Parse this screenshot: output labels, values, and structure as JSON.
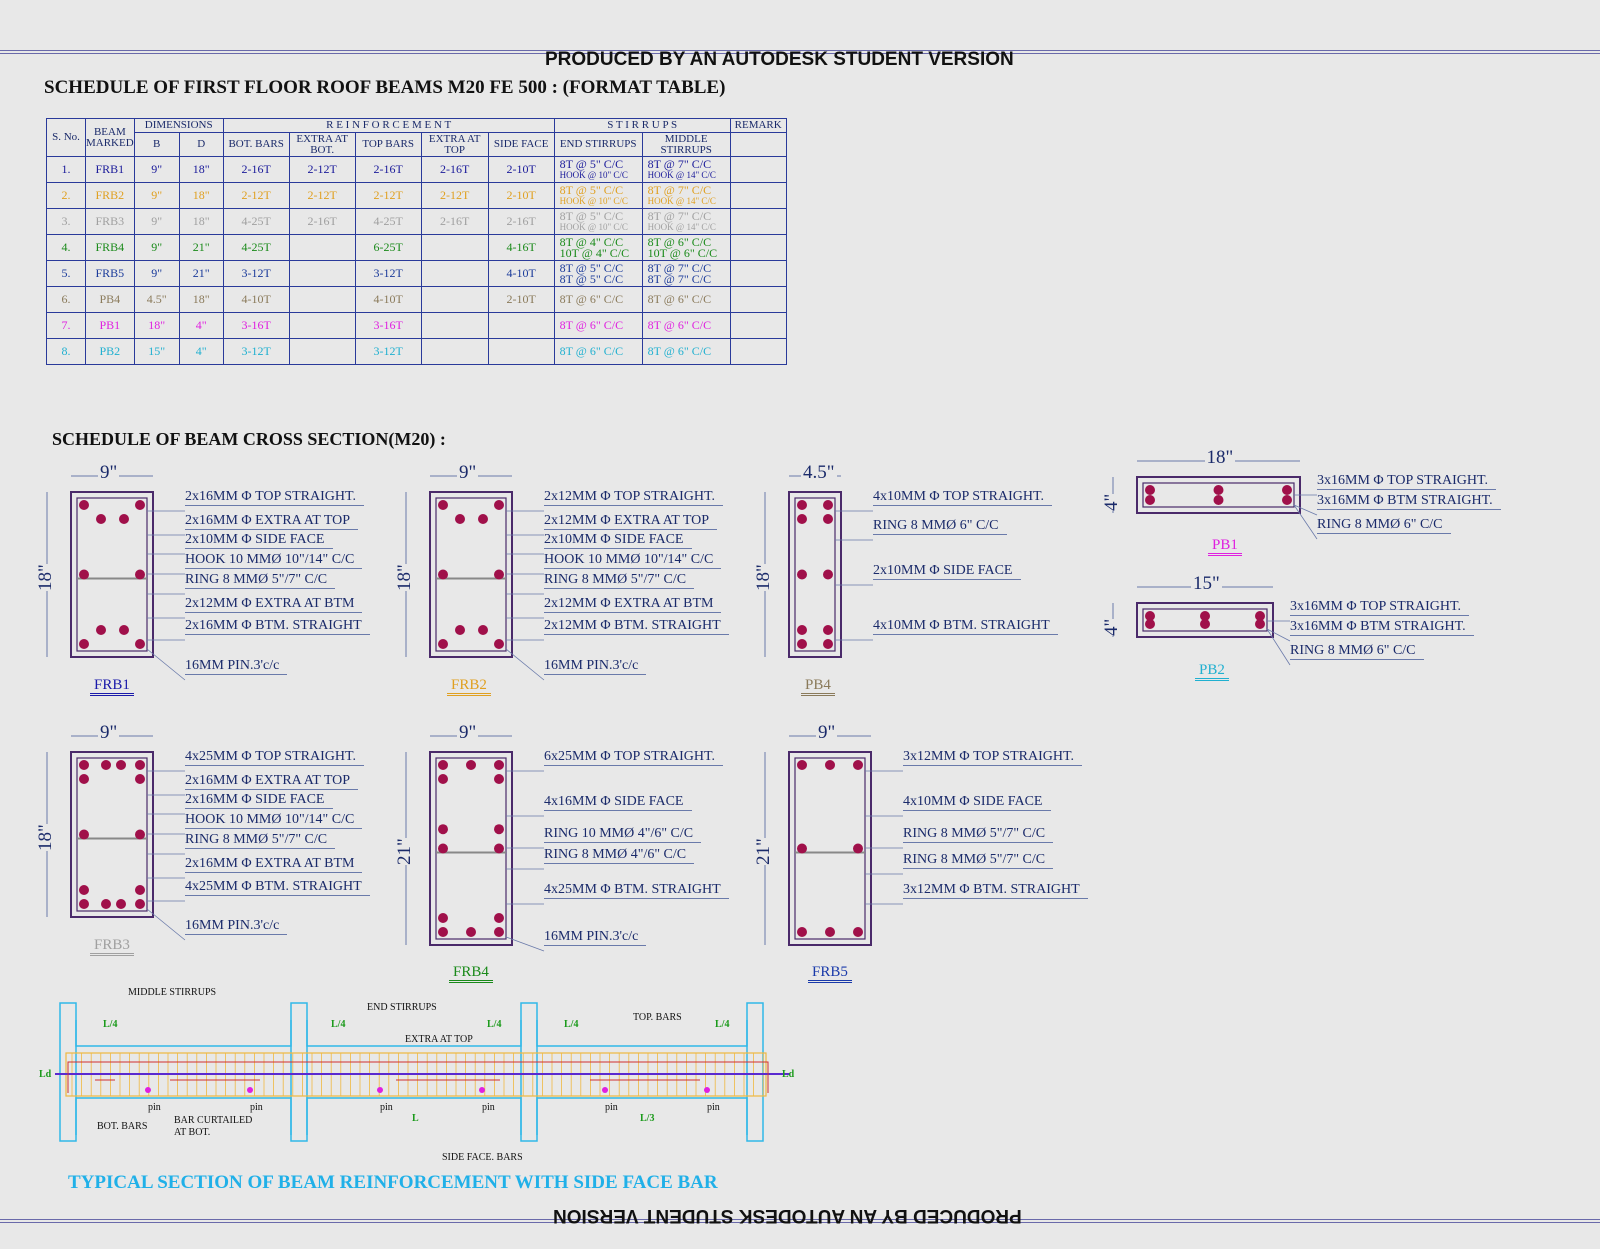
{
  "watermark": "PRODUCED BY AN AUTODESK STUDENT VERSION",
  "table_title": "SCHEDULE OF FIRST FLOOR ROOF BEAMS M20 FE 500 : (FORMAT TABLE)",
  "table": {
    "headers": {
      "sno": "S. No.",
      "beam": "BEAM MARKED",
      "dimensions": "DIMENSIONS",
      "b": "B",
      "d": "D",
      "reinforcement": "R E I N F O R C E M E N T",
      "bot_bars": "BOT. BARS",
      "extra_bot": "EXTRA AT BOT.",
      "top_bars": "TOP BARS",
      "extra_top": "EXTRA AT TOP",
      "side_face": "SIDE FACE",
      "stirrups": "S T I R R U P S",
      "end_stirrups": "END STIRRUPS",
      "middle_stirrups": "MIDDLE STIRRUPS",
      "remark": "REMARK"
    },
    "rows": [
      {
        "sno": "1.",
        "beam": "FRB1",
        "b": "9\"",
        "d": "18\"",
        "bot": "2-16T",
        "extra_bot": "2-12T",
        "top": "2-16T",
        "extra_top": "2-16T",
        "side": "2-10T",
        "end": [
          "8T @ 5\" C/C",
          "HOOK @ 10\" C/C"
        ],
        "mid": [
          "8T @ 7\" C/C",
          "HOOK @ 14\" C/C"
        ],
        "color": "#1a1a9a",
        "small2": true
      },
      {
        "sno": "2.",
        "beam": "FRB2",
        "b": "9\"",
        "d": "18\"",
        "bot": "2-12T",
        "extra_bot": "2-12T",
        "top": "2-12T",
        "extra_top": "2-12T",
        "side": "2-10T",
        "end": [
          "8T @ 5\" C/C",
          "HOOK @ 10\" C/C"
        ],
        "mid": [
          "8T @ 7\" C/C",
          "HOOK @ 14\" C/C"
        ],
        "color": "#e0a020",
        "small2": true
      },
      {
        "sno": "3.",
        "beam": "FRB3",
        "b": "9\"",
        "d": "18\"",
        "bot": "4-25T",
        "extra_bot": "2-16T",
        "top": "4-25T",
        "extra_top": "2-16T",
        "side": "2-16T",
        "end": [
          "8T @ 5\" C/C",
          "HOOK @ 10\" C/C"
        ],
        "mid": [
          "8T @ 7\" C/C",
          "HOOK @ 14\" C/C"
        ],
        "color": "#a0a0a0",
        "small2": true
      },
      {
        "sno": "4.",
        "beam": "FRB4",
        "b": "9\"",
        "d": "21\"",
        "bot": "4-25T",
        "extra_bot": "",
        "top": "6-25T",
        "extra_top": "",
        "side": "4-16T",
        "end": [
          "8T @ 4\" C/C",
          "10T @ 4\" C/C"
        ],
        "mid": [
          "8T @ 6\" C/C",
          "10T @ 6\" C/C"
        ],
        "color": "#1a8a1a",
        "small2": false
      },
      {
        "sno": "5.",
        "beam": "FRB5",
        "b": "9\"",
        "d": "21\"",
        "bot": "3-12T",
        "extra_bot": "",
        "top": "3-12T",
        "extra_top": "",
        "side": "4-10T",
        "end": [
          "8T @ 5\" C/C",
          "8T @ 5\" C/C"
        ],
        "mid": [
          "8T @ 7\" C/C",
          "8T @ 7\" C/C"
        ],
        "color": "#1a3a9a",
        "small2": false
      },
      {
        "sno": "6.",
        "beam": "PB4",
        "b": "4.5\"",
        "d": "18\"",
        "bot": "4-10T",
        "extra_bot": "",
        "top": "4-10T",
        "extra_top": "",
        "side": "2-10T",
        "end": [
          "8T @ 6\" C/C"
        ],
        "mid": [
          "8T @ 6\" C/C"
        ],
        "color": "#8a7a5a",
        "small2": false
      },
      {
        "sno": "7.",
        "beam": "PB1",
        "b": "18\"",
        "d": "4\"",
        "bot": "3-16T",
        "extra_bot": "",
        "top": "3-16T",
        "extra_top": "",
        "side": "",
        "end": [
          "8T @ 6\" C/C"
        ],
        "mid": [
          "8T @ 6\" C/C"
        ],
        "color": "#e020e0",
        "small2": false
      },
      {
        "sno": "8.",
        "beam": "PB2",
        "b": "15\"",
        "d": "4\"",
        "bot": "3-12T",
        "extra_bot": "",
        "top": "3-12T",
        "extra_top": "",
        "side": "",
        "end": [
          "8T @ 6\" C/C"
        ],
        "mid": [
          "8T @ 6\" C/C"
        ],
        "color": "#20b0d0",
        "small2": false
      }
    ]
  },
  "sections_title": "SCHEDULE OF BEAM CROSS SECTION(M20) :",
  "sections": [
    {
      "name": "FRB1",
      "width": "9\"",
      "depth": "18\"",
      "color": "#1a1aaa",
      "labels": [
        "2x16MM Φ TOP STRAIGHT.",
        "2x16MM Φ EXTRA AT TOP",
        "2x10MM Φ SIDE FACE",
        "HOOK 10 MMØ 10\"/14\" C/C",
        "RING 8 MMØ 5\"/7\" C/C",
        "2x12MM Φ EXTRA AT BTM",
        "2x16MM Φ  BTM. STRAIGHT",
        "16MM PIN.3'c/c"
      ]
    },
    {
      "name": "FRB2",
      "width": "9\"",
      "depth": "18\"",
      "color": "#e0a020",
      "labels": [
        "2x12MM Φ TOP STRAIGHT.",
        "2x12MM Φ EXTRA AT TOP",
        "2x10MM Φ SIDE FACE",
        "HOOK 10 MMØ 10\"/14\" C/C",
        "RING 8 MMØ 5\"/7\" C/C",
        "2x12MM Φ EXTRA AT BTM",
        "2x12MM Φ  BTM. STRAIGHT",
        "16MM PIN.3'c/c"
      ]
    },
    {
      "name": "PB4",
      "width": "4.5\"",
      "depth": "18\"",
      "color": "#8a7a5a",
      "labels": [
        "4x10MM Φ TOP STRAIGHT.",
        "RING 8 MMØ 6\" C/C",
        "2x10MM Φ SIDE FACE",
        "4x10MM Φ  BTM. STRAIGHT"
      ]
    },
    {
      "name": "PB1",
      "width": "18\"",
      "depth": "4\"",
      "color": "#e020e0",
      "labels": [
        "3x16MM Φ TOP STRAIGHT.",
        "3x16MM Φ BTM STRAIGHT.",
        "RING 8 MMØ 6\" C/C"
      ]
    },
    {
      "name": "PB2",
      "width": "15\"",
      "depth": "4\"",
      "color": "#20b0d0",
      "labels": [
        "3x16MM Φ TOP STRAIGHT.",
        "3x16MM Φ BTM STRAIGHT.",
        "RING 8 MMØ 6\" C/C"
      ]
    },
    {
      "name": "FRB3",
      "width": "9\"",
      "depth": "18\"",
      "color": "#a0a0a0",
      "labels": [
        "4x25MM Φ TOP STRAIGHT.",
        "2x16MM Φ EXTRA AT TOP",
        "2x16MM Φ SIDE FACE",
        "HOOK 10 MMØ 10\"/14\" C/C",
        "RING 8 MMØ 5\"/7\" C/C",
        "2x16MM Φ EXTRA AT BTM",
        "4x25MM Φ  BTM. STRAIGHT",
        "16MM PIN.3'c/c"
      ]
    },
    {
      "name": "FRB4",
      "width": "9\"",
      "depth": "21\"",
      "color": "#1a8a1a",
      "labels": [
        "6x25MM Φ TOP STRAIGHT.",
        "4x16MM Φ SIDE FACE",
        "RING 10 MMØ 4\"/6\" C/C",
        "RING 8 MMØ 4\"/6\" C/C",
        "4x25MM Φ  BTM. STRAIGHT",
        "16MM PIN.3'c/c"
      ]
    },
    {
      "name": "FRB5",
      "width": "9\"",
      "depth": "21\"",
      "color": "#1a3aaa",
      "labels": [
        "3x12MM Φ TOP STRAIGHT.",
        "4x10MM Φ SIDE FACE",
        "RING 8 MMØ 5\"/7\" C/C",
        "RING 8 MMØ 5\"/7\" C/C",
        "3x12MM Φ  BTM. STRAIGHT"
      ]
    }
  ],
  "typical": {
    "title": "TYPICAL SECTION OF  BEAM REINFORCEMENT WITH SIDE FACE BAR",
    "labels": {
      "middle_stirrups": "MIDDLE STIRRUPS",
      "end_stirrups": "END STIRRUPS",
      "top_bars": "TOP. BARS",
      "extra_top": "EXTRA AT TOP",
      "bot_bars": "BOT. BARS",
      "bar_curtailed_1": "BAR CURTAILED",
      "bar_curtailed_2": "AT BOT.",
      "side_face_bars": "SIDE FACE. BARS",
      "ld": "Ld",
      "l": "L",
      "l3": "L/3",
      "l4": "L/4",
      "pin": "pin"
    }
  }
}
